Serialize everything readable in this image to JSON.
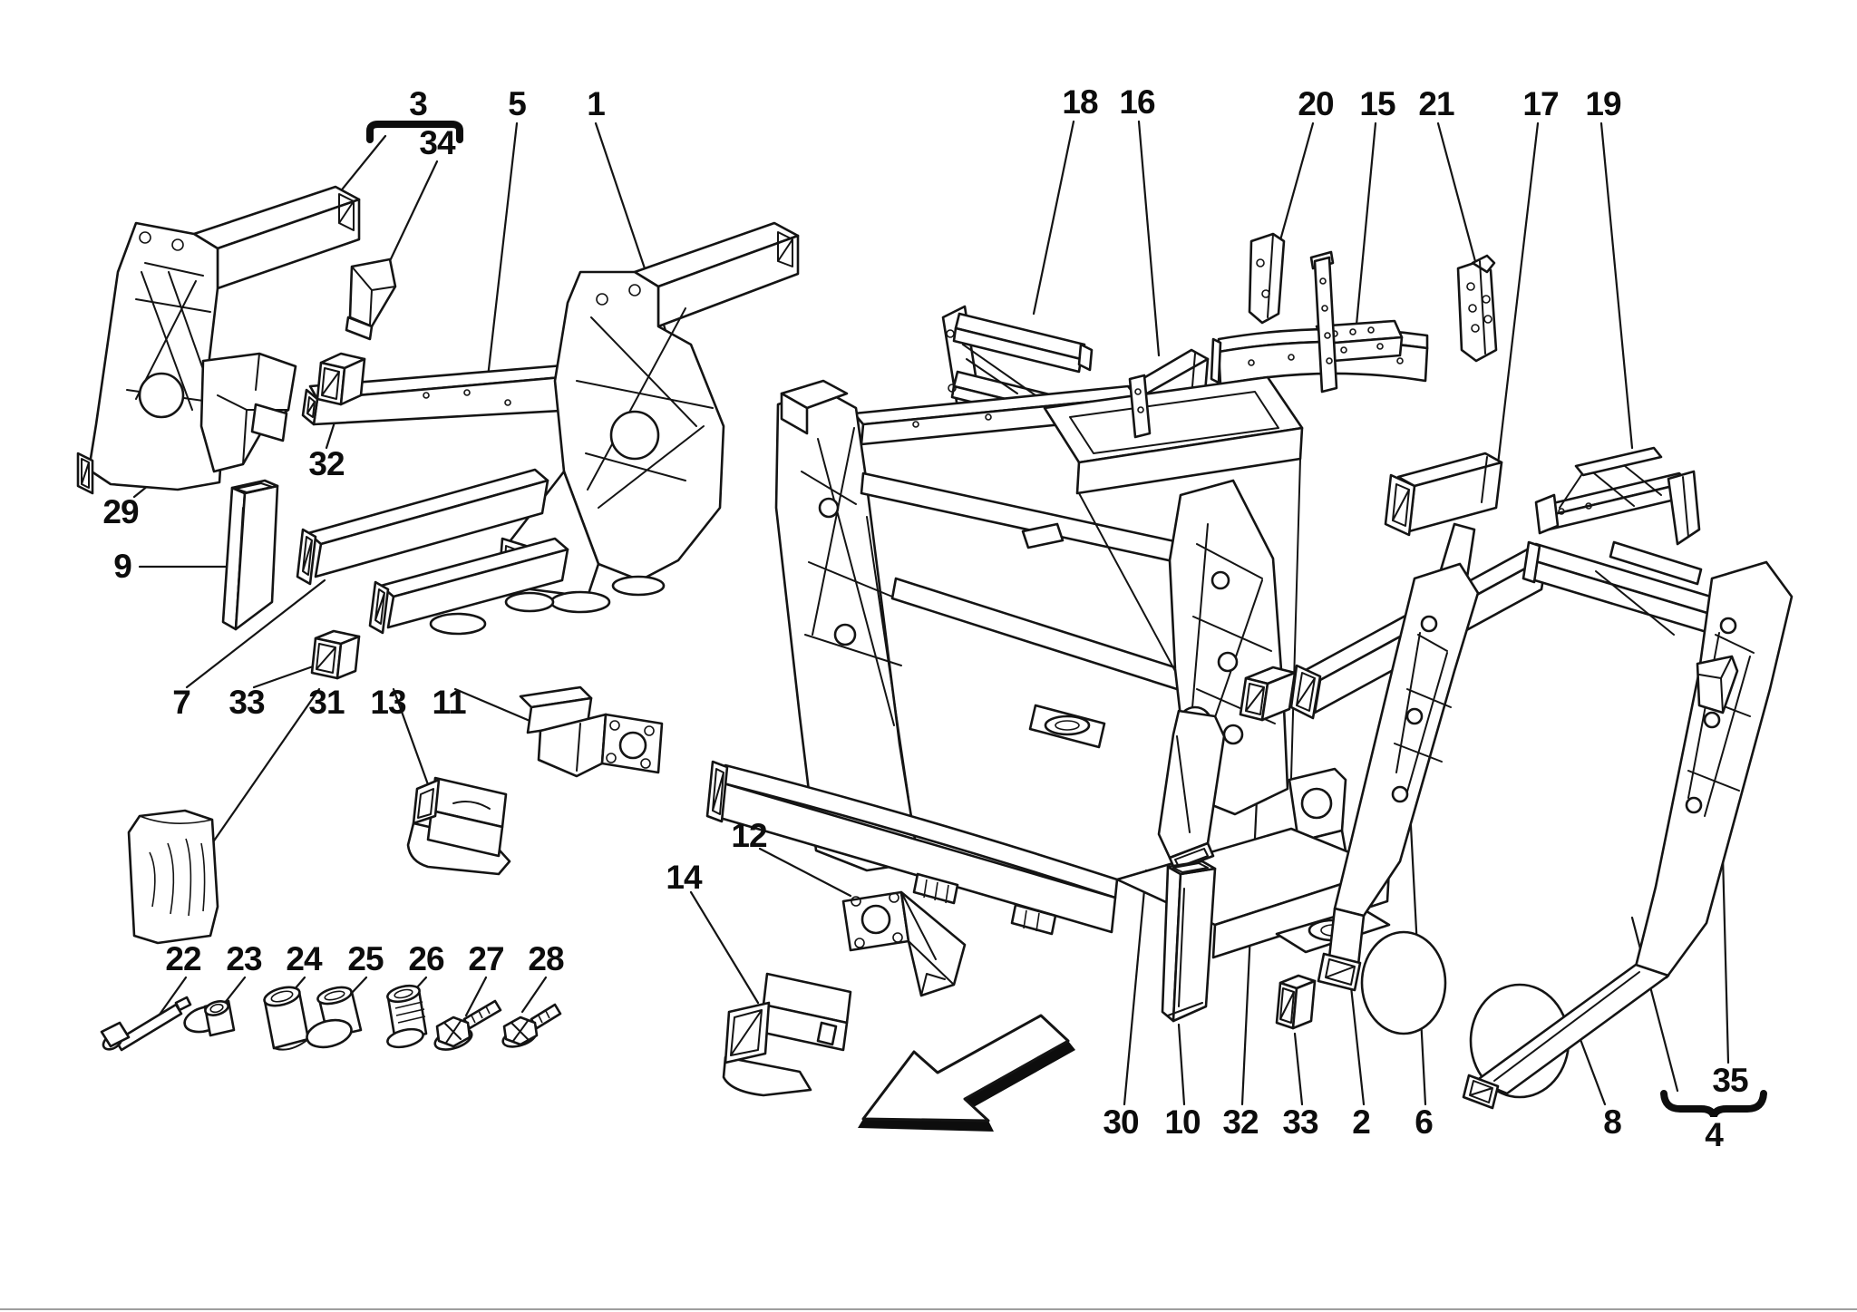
{
  "figure": {
    "kind": "exploded-parts-diagram",
    "background": "#ffffff",
    "line_color": "#141414",
    "direction_arrow_icon": "arrow-left",
    "callouts": {
      "c1": {
        "label": "1"
      },
      "c2": {
        "label": "2"
      },
      "c3": {
        "label": "3"
      },
      "c4": {
        "label": "4"
      },
      "c5": {
        "label": "5"
      },
      "c6": {
        "label": "6"
      },
      "c7": {
        "label": "7"
      },
      "c8": {
        "label": "8"
      },
      "c9": {
        "label": "9"
      },
      "c10": {
        "label": "10"
      },
      "c11": {
        "label": "11"
      },
      "c12": {
        "label": "12"
      },
      "c13": {
        "label": "13"
      },
      "c14": {
        "label": "14"
      },
      "c15": {
        "label": "15"
      },
      "c16": {
        "label": "16"
      },
      "c17": {
        "label": "17"
      },
      "c18": {
        "label": "18"
      },
      "c19": {
        "label": "19"
      },
      "c20": {
        "label": "20"
      },
      "c21": {
        "label": "21"
      },
      "c22": {
        "label": "22"
      },
      "c23": {
        "label": "23"
      },
      "c24": {
        "label": "24"
      },
      "c25": {
        "label": "25"
      },
      "c26": {
        "label": "26"
      },
      "c27": {
        "label": "27"
      },
      "c28": {
        "label": "28"
      },
      "c29": {
        "label": "29"
      },
      "c30": {
        "label": "30"
      },
      "c31": {
        "label": "31"
      },
      "c32a": {
        "label": "32"
      },
      "c32b": {
        "label": "32"
      },
      "c33a": {
        "label": "33"
      },
      "c33b": {
        "label": "33"
      },
      "c34": {
        "label": "34"
      },
      "c35": {
        "label": "35"
      }
    }
  }
}
